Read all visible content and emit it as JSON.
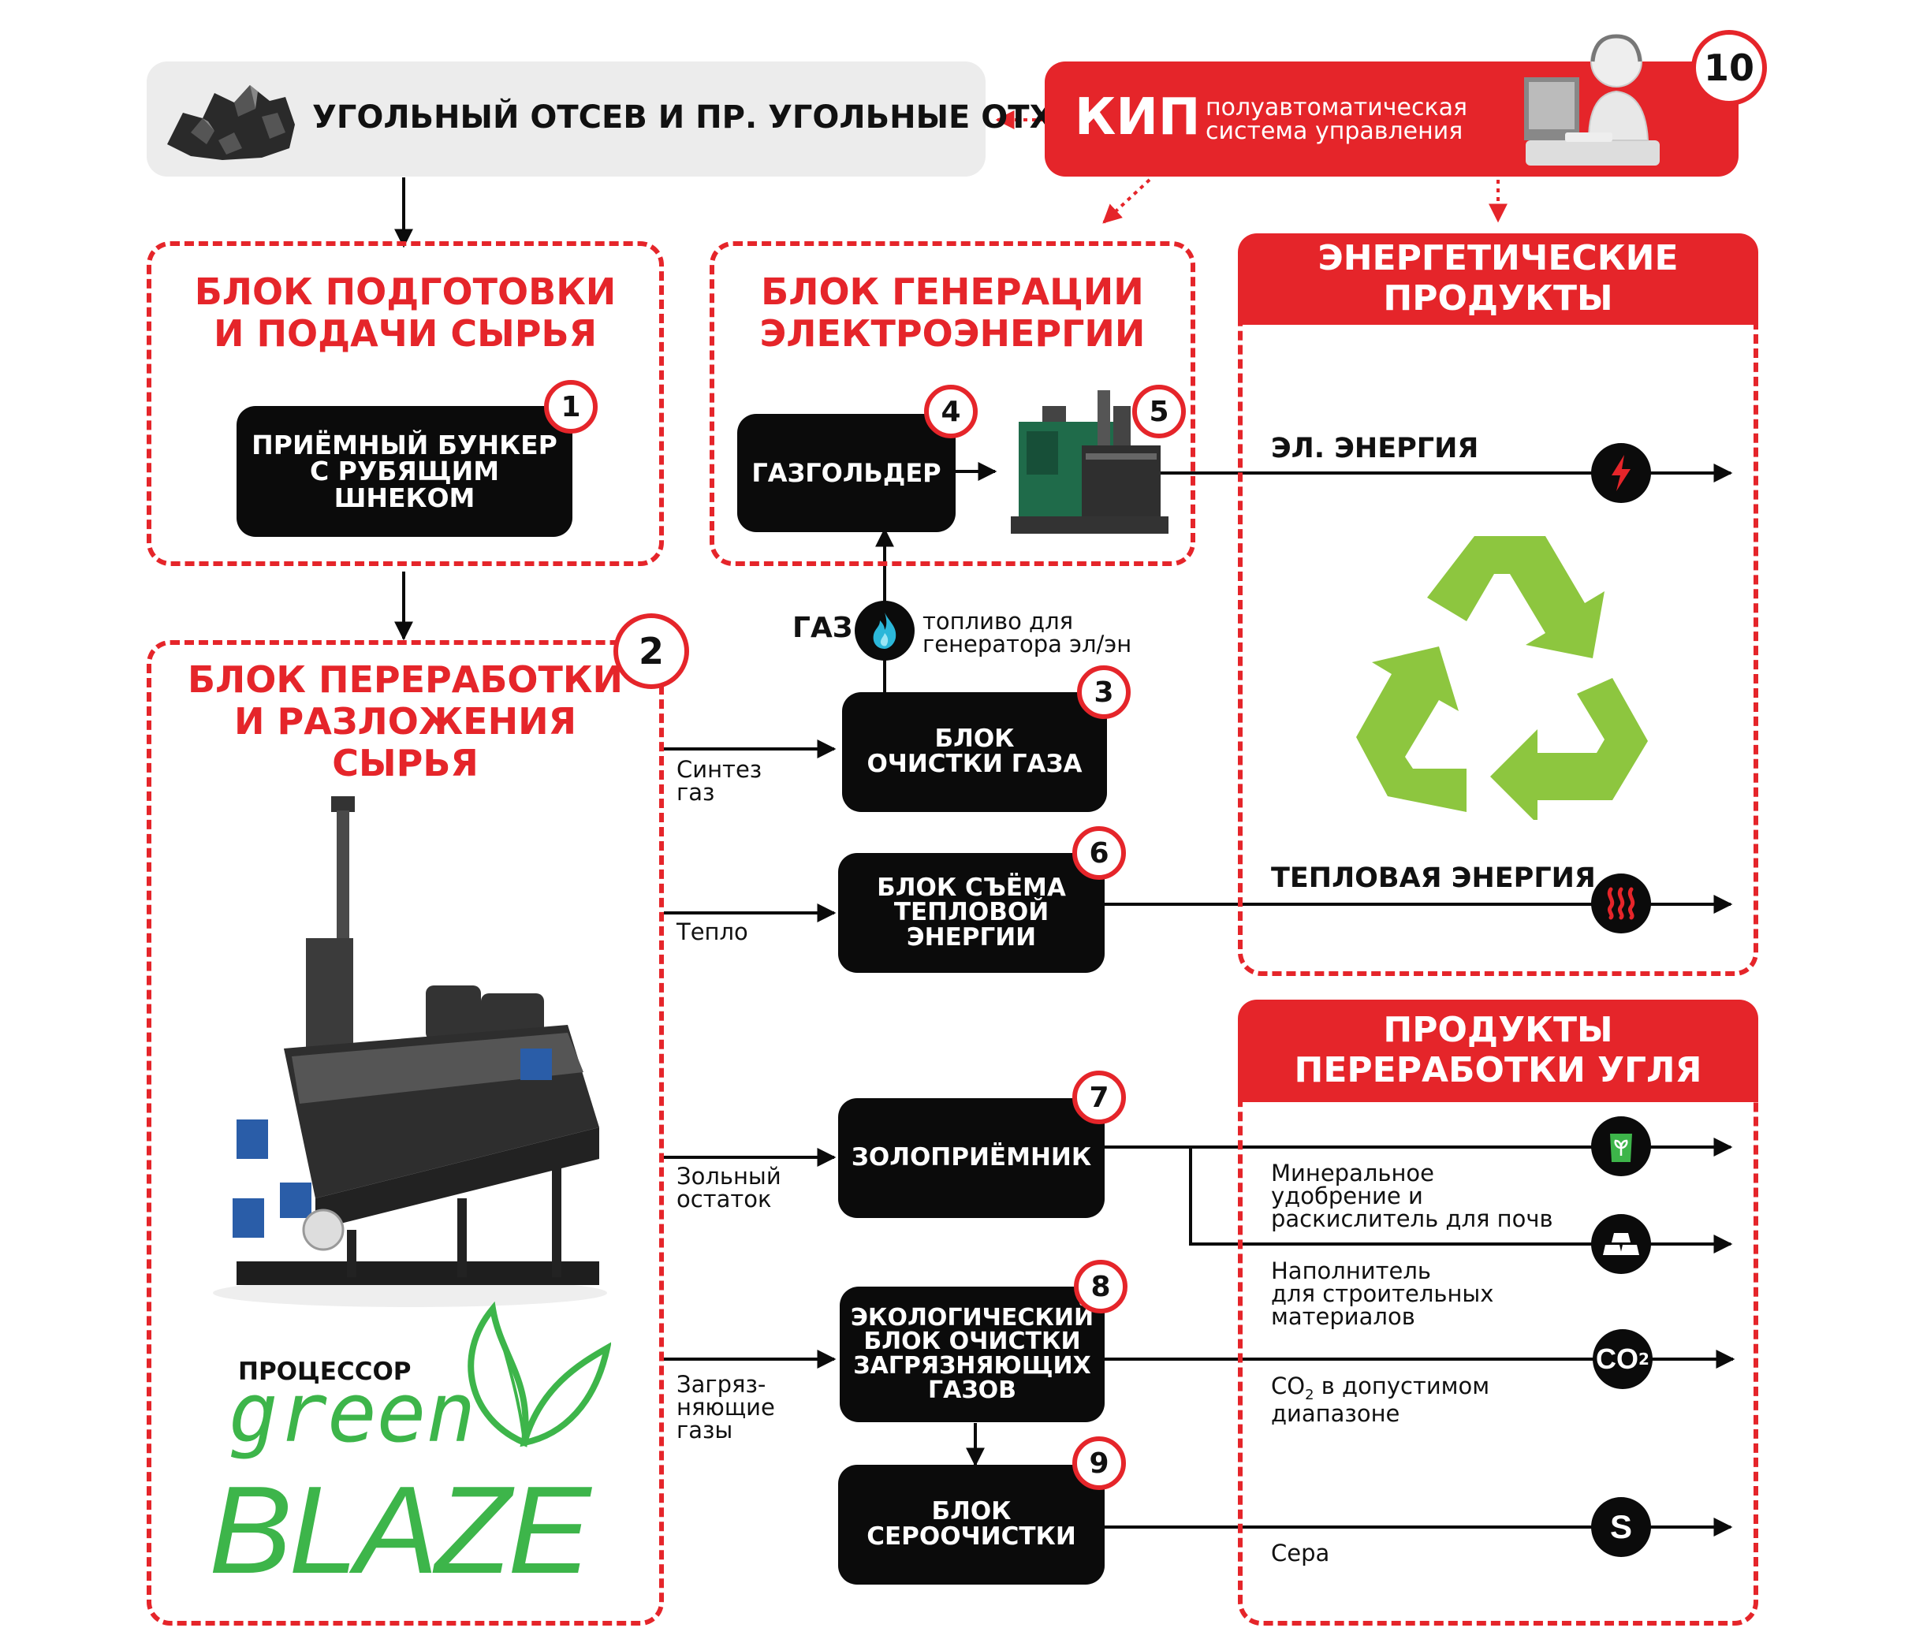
{
  "raw": {
    "label": "УГОЛЬНЫЙ ОТСЕВ И ПР. УГОЛЬНЫЕ ОТХОДЫ",
    "image": "coal-pile"
  },
  "kip": {
    "title": "КИП",
    "subtitle_line1": "полуавтоматическая",
    "subtitle_line2": "система управления",
    "number": "10",
    "image": "operator-at-computer"
  },
  "block_prep": {
    "title": "БЛОК ПОДГОТОВКИ\nИ ПОДАЧИ СЫРЬЯ",
    "bunker": "ПРИЁМНЫЙ БУНКЕР\nС РУБЯЩИМ\nШНЕКОМ",
    "number": "1"
  },
  "block_gen": {
    "title": "БЛОК ГЕНЕРАЦИИ\nЭЛЕКТРОЭНЕРГИИ",
    "gasholder": "ГАЗГОЛЬДЕР",
    "gasholder_number": "4",
    "generator_number": "5",
    "generator_image": "diesel-generator"
  },
  "block_proc": {
    "title": "БЛОК ПЕРЕРАБОТКИ\nИ РАЗЛОЖЕНИЯ\nСЫРЬЯ",
    "number": "2",
    "image": "green-blaze-processor",
    "processor_label": "ПРОЦЕССОР",
    "brand_top": "green",
    "brand_bottom": "BLAZE"
  },
  "gas": {
    "label": "ГАЗ",
    "note": "топливо для\nгенератора эл/эн",
    "icon": "flame-icon"
  },
  "nodes": {
    "gas_cleaning": {
      "label": "БЛОК\nОЧИСТКИ ГАЗА",
      "number": "3"
    },
    "heat": {
      "label": "БЛОК СЪЁМА\nТЕПЛОВОЙ\nЭНЕРГИИ",
      "number": "6"
    },
    "ash": {
      "label": "ЗОЛОПРИЁМНИК",
      "number": "7"
    },
    "eco": {
      "label": "ЭКОЛОГИЧЕСКИЙ\nБЛОК ОЧИСТКИ\nЗАГРЯЗНЯЮЩИХ\nГАЗОВ",
      "number": "8"
    },
    "sulfur": {
      "label": "БЛОК\nСЕРООЧИСТКИ",
      "number": "9"
    }
  },
  "flows": {
    "synthesis": "Синтез\nгаз",
    "heat": "Тепло",
    "ash": "Зольный\nостаток",
    "polluting": "Загряз-\nняющие\nгазы"
  },
  "energy": {
    "title": "ЭНЕРГЕТИЧЕСКИЕ\nПРОДУКТЫ",
    "electric": "ЭЛ. ЭНЕРГИЯ",
    "thermal": "ТЕПЛОВАЯ ЭНЕРГИЯ",
    "electric_icon": "lightning-icon",
    "thermal_icon": "heat-waves-icon",
    "center_icon": "recycle-icon"
  },
  "coal_products": {
    "title": "ПРОДУКТЫ\nПЕРЕРАБОТКИ УГЛЯ",
    "fertilizer": "Минеральное\nудобрение и\nраскислитель для почв",
    "filler": "Наполнитель\nдля строительных\nматериалов",
    "co2_pre": "CO",
    "co2_sub": "2",
    "co2_post": " в допустимом\nдиапазоне",
    "sulfur": "Сера",
    "co2_icon_text": "CO",
    "co2_icon_sub": "2",
    "sulfur_icon_text": "S",
    "fertilizer_icon": "fertilizer-bag-icon",
    "filler_icon": "ingot-stack-icon"
  },
  "colors": {
    "accent": "#e5252a",
    "black": "#0b0b0b",
    "green": "#3db54a",
    "light_gray": "#eeeeee"
  }
}
